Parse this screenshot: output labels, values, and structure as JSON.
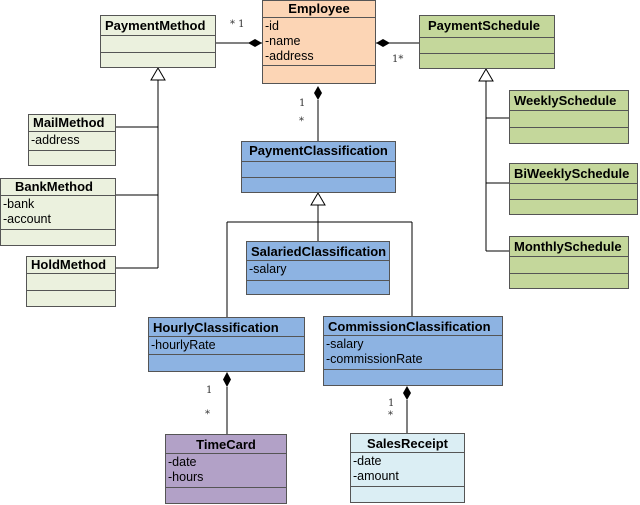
{
  "colors": {
    "orange": "#fcd5b5",
    "green": "#c4d79b",
    "blue": "#8db3e2",
    "light": "#ebf1de",
    "purple": "#b2a1c7",
    "cyan": "#dbeef4",
    "line": "#000000"
  },
  "classes": {
    "employee": {
      "name": "Employee",
      "attributes": [
        "-id",
        "-name",
        "-address"
      ]
    },
    "payment_method": {
      "name": "PaymentMethod",
      "attributes": []
    },
    "payment_schedule": {
      "name": "PaymentSchedule",
      "attributes": []
    },
    "mail_method": {
      "name": "MailMethod",
      "attributes": [
        "-address"
      ]
    },
    "bank_method": {
      "name": "BankMethod",
      "attributes": [
        "-bank",
        "-account"
      ]
    },
    "hold_method": {
      "name": "HoldMethod",
      "attributes": []
    },
    "weekly_schedule": {
      "name": "WeeklySchedule",
      "attributes": []
    },
    "biweekly_schedule": {
      "name": "BiWeeklySchedule",
      "attributes": []
    },
    "monthly_schedule": {
      "name": "MonthlySchedule",
      "attributes": []
    },
    "payment_classification": {
      "name": "PaymentClassification",
      "attributes": []
    },
    "salaried_classification": {
      "name": "SalariedClassification",
      "attributes": [
        "-salary"
      ]
    },
    "hourly_classification": {
      "name": "HourlyClassification",
      "attributes": [
        "-hourlyRate"
      ]
    },
    "commission_classification": {
      "name": "CommissionClassification",
      "attributes": [
        "-salary",
        "-commissionRate"
      ]
    },
    "time_card": {
      "name": "TimeCard",
      "attributes": [
        "-date",
        "-hours"
      ]
    },
    "sales_receipt": {
      "name": "SalesReceipt",
      "attributes": [
        "-date",
        "-amount"
      ]
    }
  },
  "multiplicities": {
    "payment_method_end": "* 1",
    "payment_schedule_end": "1*",
    "employee_classification_one": "1",
    "employee_classification_many": "*",
    "hourly_timecard_one": "1",
    "hourly_timecard_many": "*",
    "commission_receipt_one": "1",
    "commission_receipt_many": "*"
  }
}
